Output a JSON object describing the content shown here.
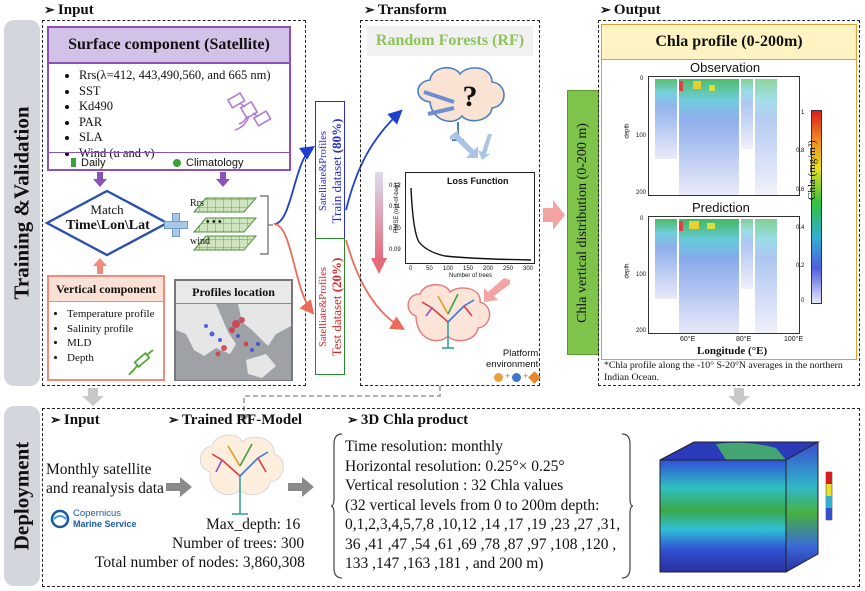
{
  "sidebar": {
    "training_label": "Training &Validation",
    "deployment_label": "Deployment"
  },
  "input": {
    "title": "Input",
    "surface": {
      "title": "Surface component (Satellite)",
      "items": [
        "Rrs(λ=412, 443,490,560, and 665 nm)",
        "SST",
        "Kd490",
        "PAR",
        "SLA",
        "Wind  (u and v)"
      ],
      "legend_daily": "Daily",
      "legend_climatology": "Climatology"
    },
    "match": {
      "line1": "Match",
      "line2": "Time\\Lon\\Lat"
    },
    "stack": {
      "top": "Rrs",
      "mid": "• • •",
      "bottom": "wind"
    },
    "vertical": {
      "title": "Vertical component",
      "items": [
        "Temperature profile",
        "Salinity profile",
        "MLD",
        "Depth"
      ]
    },
    "profiles_location": "Profiles location",
    "train_box": {
      "line1": "Satelliate&Profiles",
      "line2": "Train dataset",
      "pct": "(80%)"
    },
    "test_box": {
      "line1": "Satelliate&Profiles",
      "line2": "Test dataset",
      "pct": "(20%)"
    }
  },
  "transform": {
    "title": "Transform",
    "rf_title": "Random Forests (RF)",
    "question": "?",
    "loss_title": "Loss Function",
    "loss_ylabel": "RMSE (out-of-bag)",
    "loss_xlabel": "Number of trees",
    "loss_yticks": [
      "0.12",
      "0.11",
      "0.10",
      "0.09"
    ],
    "loss_xticks": [
      "0",
      "50",
      "100",
      "150",
      "200",
      "250",
      "300"
    ],
    "platform": "Platform\nenvironment",
    "vertical_dist": "Chla  vertical distribution (0-200 m)"
  },
  "output": {
    "title": "Output",
    "panel_title": "Chla profile (0-200m)",
    "observation": "Observation",
    "prediction": "Prediction",
    "depth_label": "depth",
    "depth_ticks": [
      "0",
      "100",
      "200"
    ],
    "colorbar_label": "Chla (mg/m³)",
    "colorbar_ticks": [
      "1",
      "0.8",
      "0.6",
      "0.4",
      "0.2",
      "0"
    ],
    "lon_ticks": [
      "60°E",
      "80°E",
      "100°E"
    ],
    "x_label": "Longitude (°E)",
    "footnote": "*Chla profile along the -10° S-20°N averages in the northern Indian Ocean."
  },
  "deployment": {
    "input_title": "Input",
    "input_text": [
      "Monthly satellite",
      "and reanalysis data"
    ],
    "copernicus_line1": "Copernicus",
    "copernicus_line2": "Marine Service",
    "model_title": "Trained RF-Model",
    "model_stats": [
      "Max_depth: 16",
      "Number of trees: 300",
      "Total number of nodes: 3,860,308"
    ],
    "product_title": "3D Chla product",
    "product_lines": [
      "Time resolution: monthly",
      "Horizontal resolution: 0.25°× 0.25°",
      "Vertical resolution : 32 Chla values",
      "(32 vertical levels from 0 to 200m depth:",
      "0,1,2,3,4,5,7,8 ,10,12 ,14 ,17 ,19 ,23 ,27 ,31,",
      "36 ,41 ,47 ,54 ,61 ,69 ,78 ,87 ,97 ,108 ,120 ,",
      "133 ,147 ,163 ,181 , and 200 m)"
    ]
  },
  "colors": {
    "purple": "#8a52b8",
    "salmon": "#f08a7a",
    "green": "#7ec44b",
    "sidebar": "#d3d7dd",
    "blue_arrow": "#1c3fd0",
    "red_arrow": "#ee6a5a"
  }
}
